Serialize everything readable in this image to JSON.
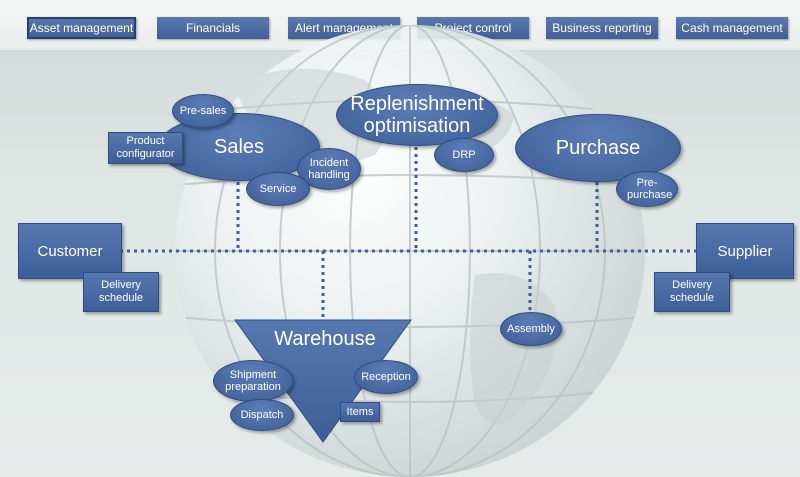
{
  "tabs": [
    {
      "label": "Asset management"
    },
    {
      "label": "Financials"
    },
    {
      "label": "Alert management"
    },
    {
      "label": "Project control"
    },
    {
      "label": "Business reporting"
    },
    {
      "label": "Cash management"
    }
  ],
  "colors": {
    "node_fill": "#4566a0",
    "node_border": "#2e4d82",
    "connector": "#3f5f97",
    "background": "#e2e8e7"
  },
  "diagram": {
    "sales": {
      "label": "Sales"
    },
    "pre_sales": {
      "label": "Pre-sales"
    },
    "product_configurator": {
      "label": "Product configurator"
    },
    "incident_handling": {
      "label": "Incident handling"
    },
    "service": {
      "label": "Service"
    },
    "replenishment": {
      "label": "Replenishment optimisation"
    },
    "drp": {
      "label": "DRP"
    },
    "purchase": {
      "label": "Purchase"
    },
    "pre_purchase": {
      "label": "Pre-purchase"
    },
    "customer": {
      "label": "Customer"
    },
    "customer_delivery": {
      "label": "Delivery schedule"
    },
    "supplier": {
      "label": "Supplier"
    },
    "supplier_delivery": {
      "label": "Delivery schedule"
    },
    "warehouse": {
      "label": "Warehouse"
    },
    "shipment_preparation": {
      "label": "Shipment preparation"
    },
    "reception": {
      "label": "Reception"
    },
    "dispatch": {
      "label": "Dispatch"
    },
    "items": {
      "label": "Items"
    },
    "assembly": {
      "label": "Assembly"
    }
  }
}
